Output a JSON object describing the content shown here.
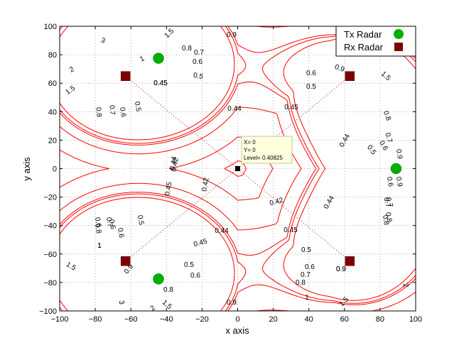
{
  "chart_data": {
    "type": "contour",
    "xlabel": "x axis",
    "ylabel": "y axis",
    "xlim": [
      -100,
      100
    ],
    "ylim": [
      -100,
      100
    ],
    "xticks": [
      -100,
      -80,
      -60,
      -40,
      -20,
      0,
      20,
      40,
      60,
      80,
      100
    ],
    "yticks": [
      -100,
      -80,
      -60,
      -40,
      -20,
      0,
      20,
      40,
      60,
      80,
      100
    ],
    "grid": true,
    "legend_position": "top-right",
    "legend": [
      {
        "label": "Tx Radar",
        "marker": "circle",
        "color": "#00b000"
      },
      {
        "label": "Rx Radar",
        "marker": "square",
        "color": "#800000"
      }
    ],
    "tx_radars": [
      [
        -44.5,
        77.5
      ],
      [
        89,
        0
      ],
      [
        -44.5,
        -77.5
      ]
    ],
    "rx_radars": [
      [
        -63,
        65
      ],
      [
        63,
        65
      ],
      [
        63,
        -65
      ],
      [
        -63,
        -65
      ]
    ],
    "center_marker": [
      0,
      0
    ],
    "datatip": {
      "x_text": "X= 0",
      "y_text": "Y= 0",
      "level_text": "Level= 0.40825"
    },
    "levels": [
      {
        "value": "0.42",
        "color": "#ff0000"
      },
      {
        "value": "0.44",
        "color": "#ff0000"
      },
      {
        "value": "0.45",
        "color": "#ff0000"
      },
      {
        "value": "0.5",
        "color": "#ff0000"
      },
      {
        "value": "0.6",
        "color": "#ff0000"
      },
      {
        "value": "0.7",
        "color": "#ff0000"
      },
      {
        "value": "0.8",
        "color": "#ff7f00"
      },
      {
        "value": "0.9",
        "color": "#d8d800"
      },
      {
        "value": "1",
        "color": "#c8c800"
      },
      {
        "value": "1.5",
        "color": "#66dd22"
      },
      {
        "value": "2",
        "color": "#3366cc"
      },
      {
        "value": "3",
        "color": "#2b2bbb"
      }
    ],
    "contour_labels": [
      "0.9",
      "1.5",
      "3",
      "1",
      "0.8",
      "0.7",
      "0.6",
      "0.9",
      "0.6",
      "0.5",
      "0.5",
      "0.45",
      "1.5",
      "0.8",
      "0.7",
      "0.6",
      "0.5",
      "2",
      "1.5",
      "0.45",
      "0.44",
      "0.8",
      "0.7",
      "0.6",
      "0.5",
      "0.44",
      "0.45",
      "0.9",
      "0.9",
      "0.6",
      "0.42",
      "0.44",
      "0.42",
      "0.45",
      "0.5",
      "0.44",
      "0.45",
      "0.42",
      "0.44",
      "0.45",
      "0.7",
      "0.8",
      "0.6",
      "0.5",
      "1",
      "0.8",
      "0.7",
      "0.6",
      "0.5",
      "0.7",
      "0.6",
      "0.8",
      "0.9",
      "0.5",
      "0.6",
      "0.7",
      "0.8",
      "0.9",
      "0.8",
      "1",
      "1.5",
      "2",
      "3",
      "2",
      "1.5",
      "1",
      "0.9",
      "1.5",
      "0.9"
    ]
  }
}
